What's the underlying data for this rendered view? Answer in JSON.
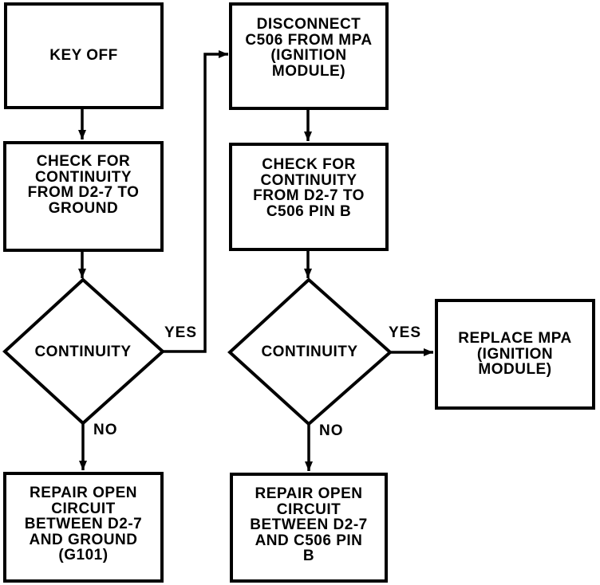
{
  "diagram": {
    "type": "flowchart",
    "background_color": "#ffffff",
    "line_color": "#000000"
  },
  "nodes": {
    "key_off": {
      "type": "process",
      "text": "KEY OFF"
    },
    "check_ground": {
      "type": "process",
      "text": "CHECK FOR\nCONTINUITY\nFROM D2-7 TO\nGROUND"
    },
    "continuity_left": {
      "type": "decision",
      "text": "CONTINUITY"
    },
    "repair_ground": {
      "type": "process",
      "text": "REPAIR OPEN\nCIRCUIT\nBETWEEN D2-7\nAND GROUND\n(G101)"
    },
    "disconnect_c506": {
      "type": "process",
      "text": "DISCONNECT\nC506 FROM MPA\n(IGNITION\nMODULE)"
    },
    "check_c506": {
      "type": "process",
      "text": "CHECK FOR\nCONTINUITY\nFROM D2-7 TO\nC506 PIN B"
    },
    "continuity_right": {
      "type": "decision",
      "text": "CONTINUITY"
    },
    "replace_mpa": {
      "type": "process",
      "text": "REPLACE MPA\n(IGNITION\nMODULE)"
    },
    "repair_c506": {
      "type": "process",
      "text": "REPAIR OPEN\nCIRCUIT\nBETWEEN D2-7\nAND C506 PIN\nB"
    }
  },
  "edge_labels": {
    "yes_left": "YES",
    "no_left": "NO",
    "yes_right": "YES",
    "no_right": "NO"
  },
  "edges": [
    {
      "from": "key_off",
      "to": "check_ground",
      "label": ""
    },
    {
      "from": "check_ground",
      "to": "continuity_left",
      "label": ""
    },
    {
      "from": "continuity_left",
      "to": "disconnect_c506",
      "label": "YES"
    },
    {
      "from": "continuity_left",
      "to": "repair_ground",
      "label": "NO"
    },
    {
      "from": "disconnect_c506",
      "to": "check_c506",
      "label": ""
    },
    {
      "from": "check_c506",
      "to": "continuity_right",
      "label": ""
    },
    {
      "from": "continuity_right",
      "to": "replace_mpa",
      "label": "YES"
    },
    {
      "from": "continuity_right",
      "to": "repair_c506",
      "label": "NO"
    }
  ]
}
